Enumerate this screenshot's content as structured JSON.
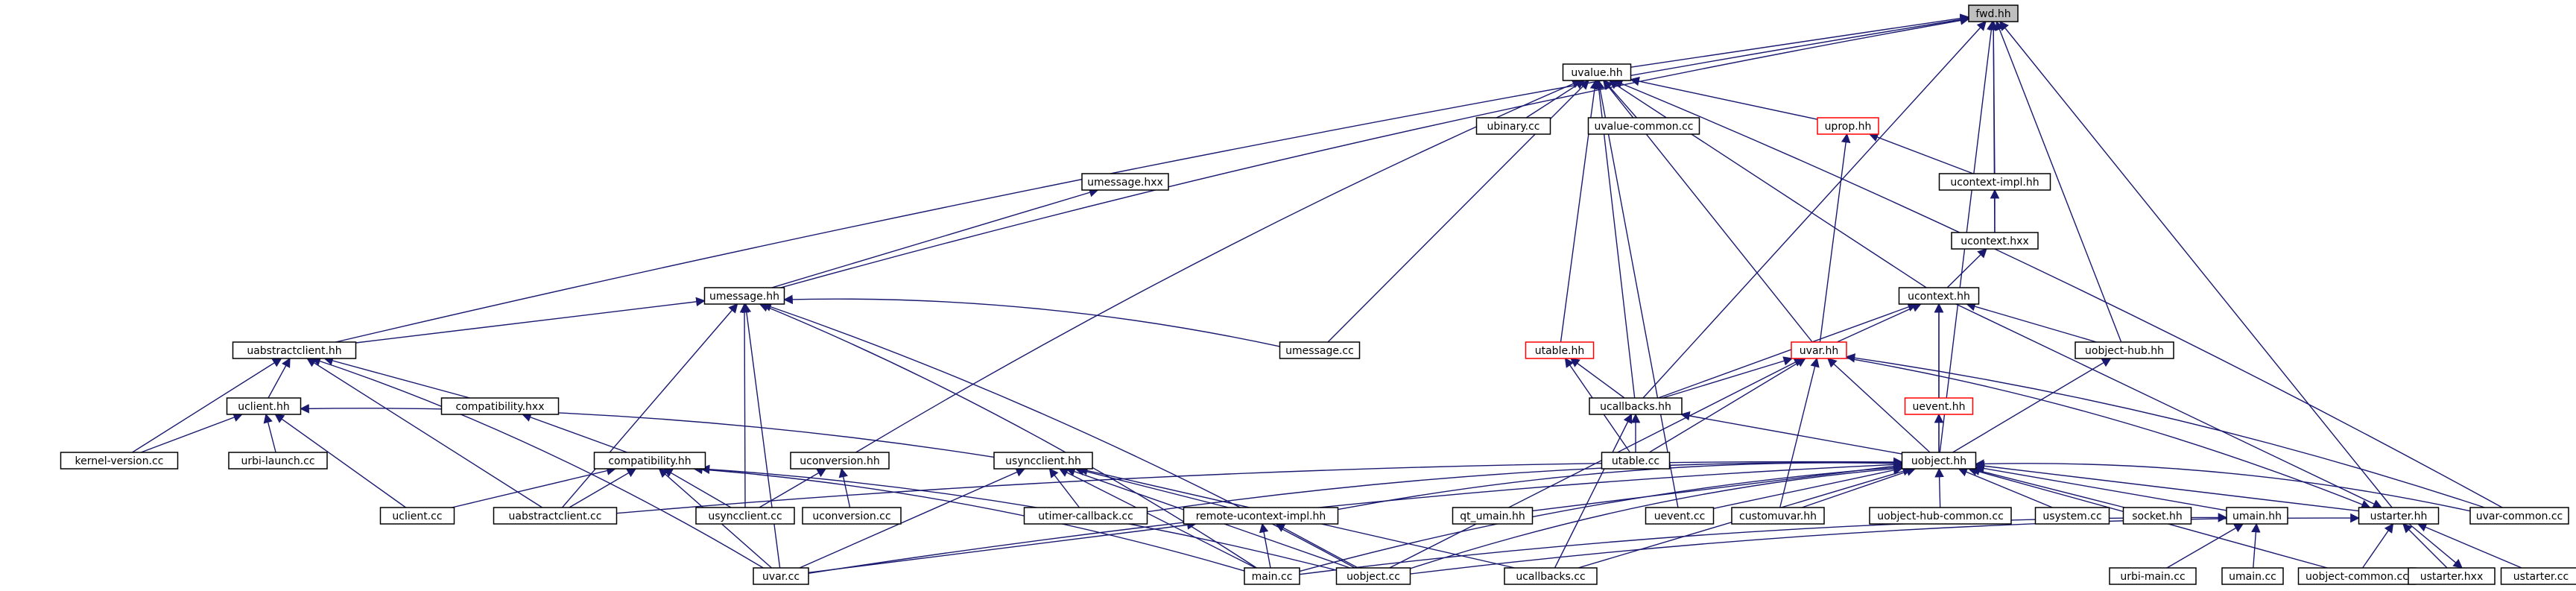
{
  "graph": {
    "nodes": [
      {
        "id": "fwd_hh",
        "label": "fwd.hh",
        "style": "root"
      },
      {
        "id": "uvalue_hh",
        "label": "uvalue.hh",
        "style": "normal"
      },
      {
        "id": "ubinary_cc",
        "label": "ubinary.cc",
        "style": "normal"
      },
      {
        "id": "uvalue_common_cc",
        "label": "uvalue-common.cc",
        "style": "normal"
      },
      {
        "id": "uprop_hh",
        "label": "uprop.hh",
        "style": "incomplete"
      },
      {
        "id": "ucontext_impl_hh",
        "label": "ucontext-impl.hh",
        "style": "normal"
      },
      {
        "id": "umessage_hxx",
        "label": "umessage.hxx",
        "style": "normal"
      },
      {
        "id": "ucontext_hxx",
        "label": "ucontext.hxx",
        "style": "normal"
      },
      {
        "id": "umessage_hh",
        "label": "umessage.hh",
        "style": "normal"
      },
      {
        "id": "ucontext_hh",
        "label": "ucontext.hh",
        "style": "normal"
      },
      {
        "id": "uabstractclient_hh",
        "label": "uabstractclient.hh",
        "style": "normal"
      },
      {
        "id": "umessage_cc",
        "label": "umessage.cc",
        "style": "normal"
      },
      {
        "id": "utable_hh",
        "label": "utable.hh",
        "style": "incomplete"
      },
      {
        "id": "uvar_hh",
        "label": "uvar.hh",
        "style": "incomplete"
      },
      {
        "id": "uobject_hub_hh",
        "label": "uobject-hub.hh",
        "style": "normal"
      },
      {
        "id": "uclient_hh",
        "label": "uclient.hh",
        "style": "normal"
      },
      {
        "id": "compatibility_hxx",
        "label": "compatibility.hxx",
        "style": "normal"
      },
      {
        "id": "ucallbacks_hh",
        "label": "ucallbacks.hh",
        "style": "normal"
      },
      {
        "id": "uevent_hh",
        "label": "uevent.hh",
        "style": "incomplete"
      },
      {
        "id": "kernel_version_cc",
        "label": "kernel-version.cc",
        "style": "normal"
      },
      {
        "id": "urbi_launch_cc",
        "label": "urbi-launch.cc",
        "style": "normal"
      },
      {
        "id": "compatibility_hh",
        "label": "compatibility.hh",
        "style": "normal"
      },
      {
        "id": "uconversion_hh",
        "label": "uconversion.hh",
        "style": "normal"
      },
      {
        "id": "usyncclient_hh",
        "label": "usyncclient.hh",
        "style": "normal"
      },
      {
        "id": "utable_cc",
        "label": "utable.cc",
        "style": "normal"
      },
      {
        "id": "uobject_hh",
        "label": "uobject.hh",
        "style": "normal"
      },
      {
        "id": "uclient_cc",
        "label": "uclient.cc",
        "style": "normal"
      },
      {
        "id": "uabstractclient_cc",
        "label": "uabstractclient.cc",
        "style": "normal"
      },
      {
        "id": "usyncclient_cc",
        "label": "usyncclient.cc",
        "style": "normal"
      },
      {
        "id": "uconversion_cc",
        "label": "uconversion.cc",
        "style": "normal"
      },
      {
        "id": "utimer_callback_cc",
        "label": "utimer-callback.cc",
        "style": "normal"
      },
      {
        "id": "remote_ucontext_impl_hh",
        "label": "remote-ucontext-impl.hh",
        "style": "normal"
      },
      {
        "id": "qt_umain_hh",
        "label": "qt_umain.hh",
        "style": "normal"
      },
      {
        "id": "uevent_cc",
        "label": "uevent.cc",
        "style": "normal"
      },
      {
        "id": "customuvar_hh",
        "label": "customuvar.hh",
        "style": "normal"
      },
      {
        "id": "uobject_hub_common_cc",
        "label": "uobject-hub-common.cc",
        "style": "normal"
      },
      {
        "id": "usystem_cc",
        "label": "usystem.cc",
        "style": "normal"
      },
      {
        "id": "socket_hh",
        "label": "socket.hh",
        "style": "normal"
      },
      {
        "id": "umain_hh",
        "label": "umain.hh",
        "style": "normal"
      },
      {
        "id": "ustarter_hh",
        "label": "ustarter.hh",
        "style": "normal"
      },
      {
        "id": "uvar_common_cc",
        "label": "uvar-common.cc",
        "style": "normal"
      },
      {
        "id": "uvar_cc",
        "label": "uvar.cc",
        "style": "normal"
      },
      {
        "id": "main_cc",
        "label": "main.cc",
        "style": "normal"
      },
      {
        "id": "uobject_cc",
        "label": "uobject.cc",
        "style": "normal"
      },
      {
        "id": "ucallbacks_cc",
        "label": "ucallbacks.cc",
        "style": "normal"
      },
      {
        "id": "urbi_main_cc",
        "label": "urbi-main.cc",
        "style": "normal"
      },
      {
        "id": "umain_cc",
        "label": "umain.cc",
        "style": "normal"
      },
      {
        "id": "uobject_common_cc",
        "label": "uobject-common.cc",
        "style": "normal"
      },
      {
        "id": "ustarter_hxx",
        "label": "ustarter.hxx",
        "style": "normal"
      },
      {
        "id": "ustarter_cc",
        "label": "ustarter.cc",
        "style": "normal"
      }
    ],
    "edges": [
      [
        "uvalue_hh",
        "fwd_hh"
      ],
      [
        "ucontext_impl_hh",
        "fwd_hh"
      ],
      [
        "ucontext_hxx",
        "fwd_hh"
      ],
      [
        "uabstractclient_hh",
        "fwd_hh"
      ],
      [
        "umessage_hh",
        "fwd_hh"
      ],
      [
        "ucallbacks_hh",
        "fwd_hh"
      ],
      [
        "uobject_hub_hh",
        "fwd_hh"
      ],
      [
        "uobject_hh",
        "fwd_hh"
      ],
      [
        "ustarter_hh",
        "fwd_hh"
      ],
      [
        "ubinary_cc",
        "uvalue_hh"
      ],
      [
        "uvalue_common_cc",
        "uvalue_hh"
      ],
      [
        "uprop_hh",
        "uvalue_hh"
      ],
      [
        "umessage_cc",
        "uvalue_hh"
      ],
      [
        "utable_hh",
        "uvalue_hh"
      ],
      [
        "uvar_hh",
        "uvalue_hh"
      ],
      [
        "ucontext_hh",
        "uvalue_hh"
      ],
      [
        "ucallbacks_hh",
        "uvalue_hh"
      ],
      [
        "uconversion_hh",
        "uvalue_hh"
      ],
      [
        "uevent_cc",
        "uvalue_hh"
      ],
      [
        "uvar_common_cc",
        "uvalue_hh"
      ],
      [
        "ucontext_impl_hh",
        "uprop_hh"
      ],
      [
        "uvar_hh",
        "uprop_hh"
      ],
      [
        "ucontext_hxx",
        "ucontext_impl_hh"
      ],
      [
        "ucontext_hh",
        "ucontext_hxx"
      ],
      [
        "umessage_hh",
        "umessage_hxx"
      ],
      [
        "uabstractclient_hh",
        "umessage_hh"
      ],
      [
        "umessage_cc",
        "umessage_hh"
      ],
      [
        "usyncclient_cc",
        "umessage_hh"
      ],
      [
        "uabstractclient_cc",
        "umessage_hh"
      ],
      [
        "uvar_cc",
        "umessage_hh"
      ],
      [
        "main_cc",
        "umessage_hh"
      ],
      [
        "uobject_cc",
        "umessage_hh"
      ],
      [
        "uclient_hh",
        "uabstractclient_hh"
      ],
      [
        "compatibility_hxx",
        "uabstractclient_hh"
      ],
      [
        "kernel_version_cc",
        "uabstractclient_hh"
      ],
      [
        "uabstractclient_cc",
        "uabstractclient_hh"
      ],
      [
        "uvar_cc",
        "uabstractclient_hh"
      ],
      [
        "kernel_version_cc",
        "uclient_hh"
      ],
      [
        "urbi_launch_cc",
        "uclient_hh"
      ],
      [
        "uclient_cc",
        "uclient_hh"
      ],
      [
        "usyncclient_hh",
        "uclient_hh"
      ],
      [
        "compatibility_hh",
        "compatibility_hxx"
      ],
      [
        "uclient_cc",
        "compatibility_hh"
      ],
      [
        "uabstractclient_cc",
        "compatibility_hh"
      ],
      [
        "usyncclient_cc",
        "compatibility_hh"
      ],
      [
        "uvar_cc",
        "compatibility_hh"
      ],
      [
        "main_cc",
        "compatibility_hh"
      ],
      [
        "uobject_cc",
        "compatibility_hh"
      ],
      [
        "usyncclient_cc",
        "uconversion_hh"
      ],
      [
        "uconversion_cc",
        "uconversion_hh"
      ],
      [
        "uvar_cc",
        "usyncclient_hh"
      ],
      [
        "main_cc",
        "usyncclient_hh"
      ],
      [
        "uobject_cc",
        "usyncclient_hh"
      ],
      [
        "ucallbacks_cc",
        "usyncclient_hh"
      ],
      [
        "utimer_callback_cc",
        "usyncclient_hh"
      ],
      [
        "remote_ucontext_impl_hh",
        "usyncclient_hh"
      ],
      [
        "uvar_hh",
        "ucontext_hh"
      ],
      [
        "ucallbacks_hh",
        "ucontext_hh"
      ],
      [
        "uevent_hh",
        "ucontext_hh"
      ],
      [
        "uobject_hub_hh",
        "ucontext_hh"
      ],
      [
        "uobject_hh",
        "ucontext_hh"
      ],
      [
        "ucallbacks_hh",
        "uvar_hh"
      ],
      [
        "uobject_hh",
        "uvar_hh"
      ],
      [
        "utable_cc",
        "uvar_hh"
      ],
      [
        "customuvar_hh",
        "uvar_hh"
      ],
      [
        "uobject_cc",
        "uvar_hh"
      ],
      [
        "uvar_common_cc",
        "uvar_hh"
      ],
      [
        "ucallbacks_hh",
        "utable_hh"
      ],
      [
        "utable_cc",
        "utable_hh"
      ],
      [
        "uobject_hh",
        "ucallbacks_hh"
      ],
      [
        "utable_cc",
        "ucallbacks_hh"
      ],
      [
        "ucallbacks_cc",
        "ucallbacks_hh"
      ],
      [
        "uobject_hh",
        "uevent_hh"
      ],
      [
        "uobject_hh",
        "uobject_hub_hh"
      ],
      [
        "uabstractclient_cc",
        "uobject_hh"
      ],
      [
        "utimer_callback_cc",
        "uobject_hh"
      ],
      [
        "remote_ucontext_impl_hh",
        "uobject_hh"
      ],
      [
        "qt_umain_hh",
        "uobject_hh"
      ],
      [
        "uevent_cc",
        "uobject_hh"
      ],
      [
        "customuvar_hh",
        "uobject_hh"
      ],
      [
        "uobject_hub_common_cc",
        "uobject_hh"
      ],
      [
        "usystem_cc",
        "uobject_hh"
      ],
      [
        "socket_hh",
        "uobject_hh"
      ],
      [
        "umain_hh",
        "uobject_hh"
      ],
      [
        "ustarter_hh",
        "uobject_hh"
      ],
      [
        "uvar_common_cc",
        "uobject_hh"
      ],
      [
        "uvar_cc",
        "uobject_hh"
      ],
      [
        "main_cc",
        "uobject_hh"
      ],
      [
        "uobject_cc",
        "uobject_hh"
      ],
      [
        "ucallbacks_cc",
        "uobject_hh"
      ],
      [
        "uobject_common_cc",
        "uobject_hh"
      ],
      [
        "uvar_cc",
        "remote_ucontext_impl_hh"
      ],
      [
        "main_cc",
        "remote_ucontext_impl_hh"
      ],
      [
        "uobject_cc",
        "remote_ucontext_impl_hh"
      ],
      [
        "main_cc",
        "umain_hh"
      ],
      [
        "urbi_main_cc",
        "umain_hh"
      ],
      [
        "umain_cc",
        "umain_hh"
      ],
      [
        "ustarter_hxx",
        "ustarter_hh"
      ],
      [
        "ustarter_cc",
        "ustarter_hh"
      ],
      [
        "uobject_common_cc",
        "ustarter_hh"
      ],
      [
        "uobject_cc",
        "ustarter_hh"
      ],
      [
        "ucontext_hh",
        "ustarter_hh"
      ],
      [
        "uvar_hh",
        "ustarter_hh"
      ],
      [
        "ustarter_hh",
        "ustarter_hxx"
      ]
    ]
  }
}
